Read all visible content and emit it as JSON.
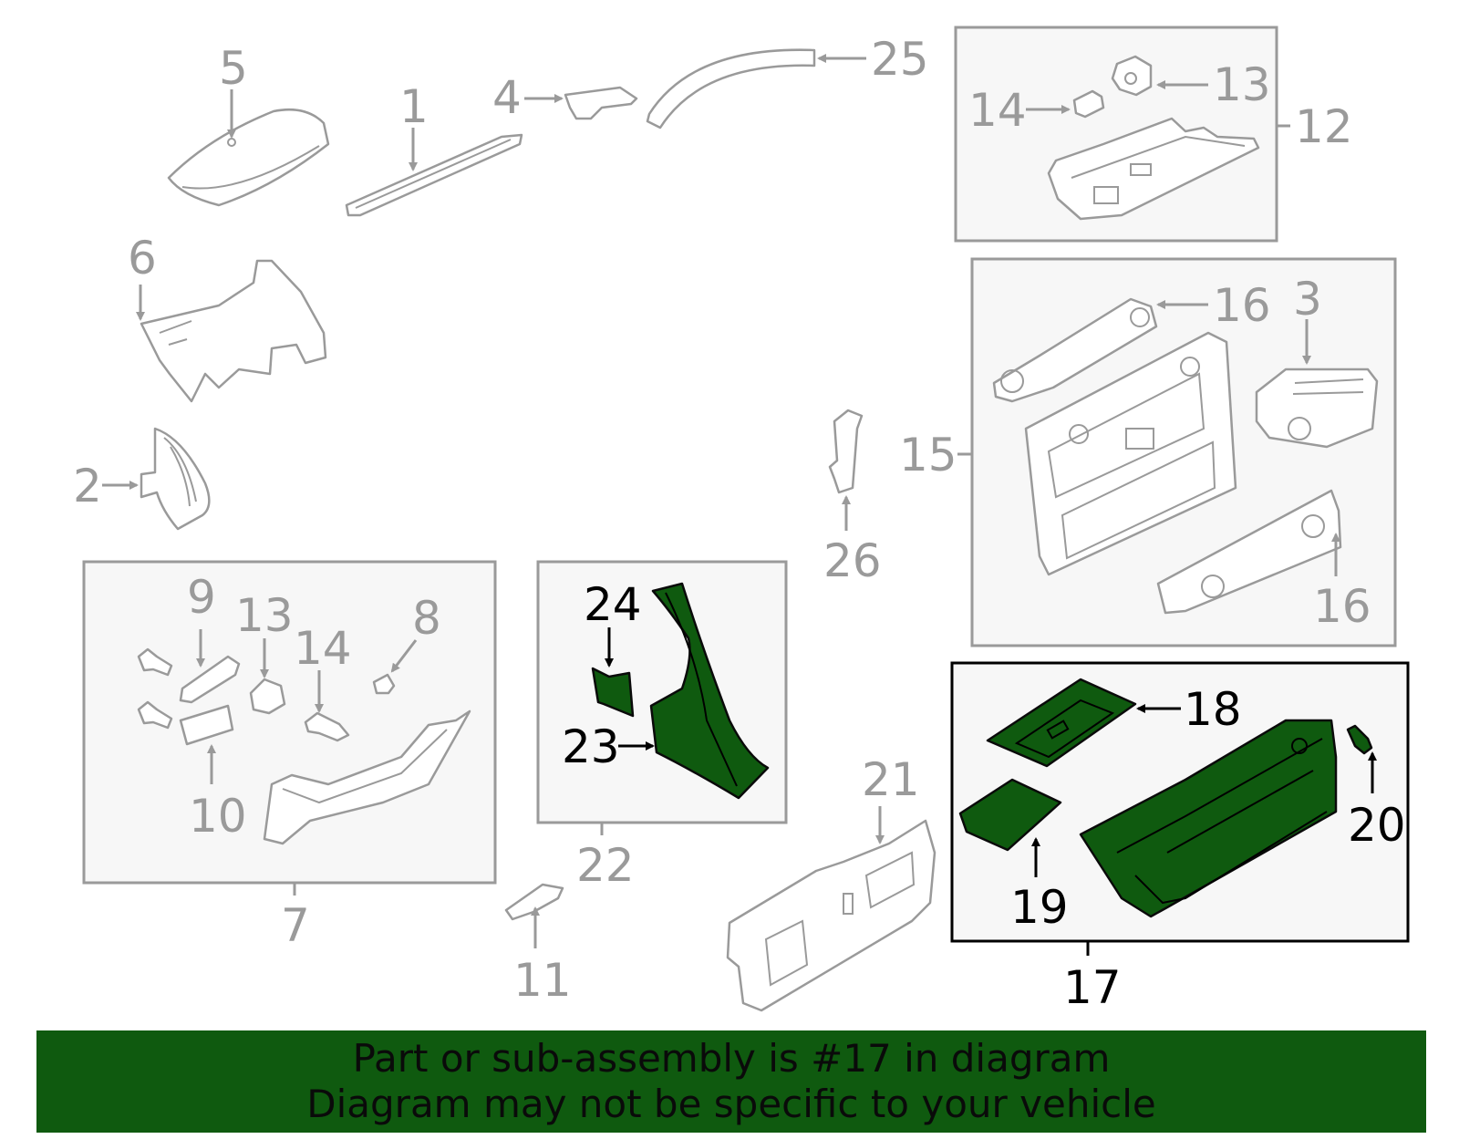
{
  "callouts": {
    "n1": "1",
    "n2": "2",
    "n3": "3",
    "n4": "4",
    "n5": "5",
    "n6": "6",
    "n7": "7",
    "n8": "8",
    "n9": "9",
    "n10": "10",
    "n11": "11",
    "n12": "12",
    "n13a": "13",
    "n13b": "13",
    "n14a": "14",
    "n14b": "14",
    "n15": "15",
    "n16a": "16",
    "n16b": "16",
    "n17": "17",
    "n18": "18",
    "n19": "19",
    "n20": "20",
    "n21": "21",
    "n22": "22",
    "n23": "23",
    "n24": "24",
    "n25": "25",
    "n26": "26"
  },
  "highlight": {
    "color": "#0f5a0f",
    "active_part": "17"
  },
  "banner": {
    "line1": "Part or sub-assembly is #17 in diagram",
    "line2": "Diagram may not be specific to your vehicle"
  }
}
